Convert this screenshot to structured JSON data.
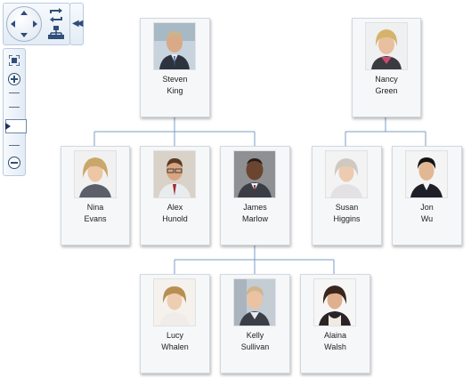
{
  "navigator": {
    "pan_icons": [
      "arrow-up-icon",
      "arrow-down-icon",
      "arrow-left-icon",
      "arrow-right-icon"
    ],
    "tool_icons": [
      "swap-orientation-icon",
      "hierarchy-layout-icon",
      "collapse-panel-icon",
      "fit-to-screen-icon",
      "zoom-in-icon",
      "zoom-out-icon"
    ],
    "zoom_level_fraction": 0.45,
    "accent_color": "#2f4e78"
  },
  "org": {
    "steven": {
      "first": "Steven",
      "last": "King"
    },
    "nancy": {
      "first": "Nancy",
      "last": "Green"
    },
    "nina": {
      "first": "Nina",
      "last": "Evans"
    },
    "alex": {
      "first": "Alex",
      "last": "Hunold"
    },
    "james": {
      "first": "James",
      "last": "Marlow"
    },
    "susan": {
      "first": "Susan",
      "last": "Higgins"
    },
    "jon": {
      "first": "Jon",
      "last": "Wu"
    },
    "lucy": {
      "first": "Lucy",
      "last": "Whalen"
    },
    "kelly": {
      "first": "Kelly",
      "last": "Sullivan"
    },
    "alaina": {
      "first": "Alaina",
      "last": "Walsh"
    }
  },
  "connector_color": "#7a9cc6"
}
